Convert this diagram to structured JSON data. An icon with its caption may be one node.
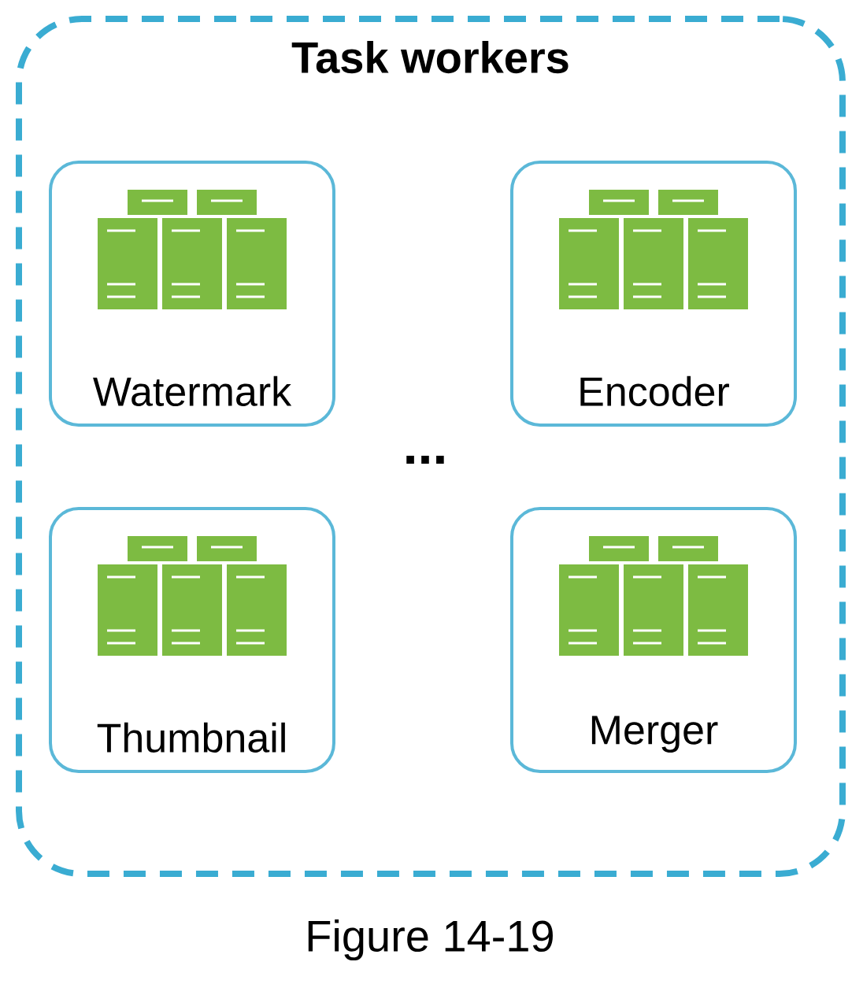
{
  "diagram": {
    "caption": "Figure 14-19",
    "nodes": [
      {
        "text": [
          "Task workers"
        ]
      },
      {
        "text": [
          "Watermark"
        ],
        "in": 0
      },
      {
        "text": [
          "Encoder"
        ],
        "in": 0
      },
      {
        "text": [
          "Thumbnail"
        ],
        "in": 0
      },
      {
        "text": [
          "Merger"
        ],
        "in": 0
      }
    ],
    "labels": [
      "..."
    ]
  }
}
